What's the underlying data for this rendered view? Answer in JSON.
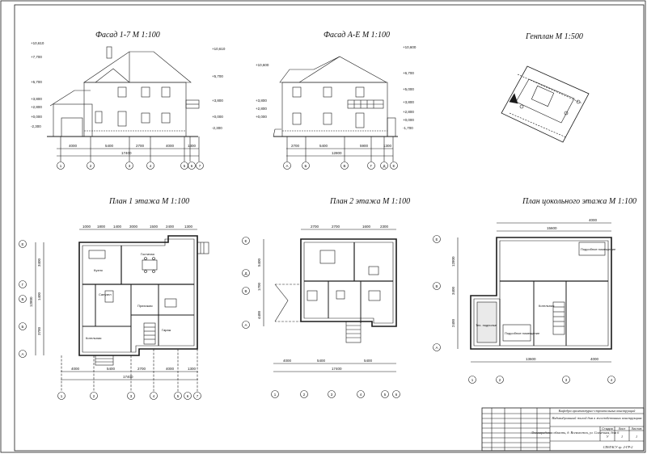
{
  "views": {
    "facade1": {
      "title": "Фасад 1-7 М 1:100"
    },
    "facade2": {
      "title": "Фасад А-Е М 1:100"
    },
    "genplan": {
      "title": "Генплан М 1:500"
    },
    "plan1": {
      "title": "План 1 этажа М 1:100"
    },
    "plan2": {
      "title": "План 2 этажа М 1:100"
    },
    "plan3": {
      "title": "План цокольного этажа М 1:100"
    }
  },
  "facade1": {
    "levels": [
      "+10,610",
      "+7,700",
      "+5,700",
      "+3,800",
      "+2,800",
      "+0,000",
      "-2,300"
    ],
    "dims": [
      "4000",
      "5400",
      "2700",
      "4000",
      "1300",
      "17400"
    ],
    "axes": [
      "1",
      "2",
      "3",
      "4",
      "5",
      "6",
      "7"
    ]
  },
  "facade2": {
    "levels": [
      "+10,600",
      "+6,700",
      "+5,000",
      "+3,800",
      "+2,800",
      "+0,000",
      "-1,700"
    ],
    "dims": [
      "2700",
      "5400",
      "5900",
      "1300",
      "12800"
    ],
    "axes": [
      "А",
      "Б",
      "В",
      "Г",
      "Д",
      "Е"
    ]
  },
  "plan1": {
    "dims_top": [
      "1000",
      "1800",
      "1400",
      "3000",
      "1500",
      "2400",
      "1300"
    ],
    "dims_bottom": [
      "4000",
      "5400",
      "2700",
      "4000",
      "1300",
      "17400"
    ],
    "dims_left": [
      "3400",
      "1400",
      "3700",
      "12800"
    ],
    "rooms": [
      "Кухня",
      "Гостиная",
      "Санузел",
      "Прихожая",
      "Гараж",
      "Котельная"
    ],
    "axes_v": [
      "1",
      "2",
      "3",
      "4",
      "5",
      "6",
      "7"
    ],
    "axes_h": [
      "Е",
      "Г",
      "В",
      "Б",
      "А"
    ]
  },
  "plan2": {
    "dims_top": [
      "2700",
      "2700",
      "1600",
      "2300"
    ],
    "dims_bottom": [
      "4000",
      "5400",
      "5400",
      "17400"
    ],
    "dims_left": [
      "5400",
      "1700",
      "4400"
    ],
    "axes_v": [
      "1",
      "2",
      "3",
      "4",
      "5",
      "6"
    ],
    "axes_h": [
      "Е",
      "Д",
      "В",
      "А"
    ]
  },
  "plan3": {
    "dims_top": [
      "4000",
      "15600"
    ],
    "dims_bottom": [
      "13600",
      "4000"
    ],
    "dims_left": [
      "12800",
      "3400",
      "2400"
    ],
    "rooms": [
      "Подсобное помещение",
      "Котельная",
      "Подсобное помещение",
      "Тех. подполье"
    ],
    "axes_v": [
      "1",
      "2",
      "3",
      "4"
    ],
    "axes_h": [
      "Е",
      "В",
      "А"
    ]
  },
  "title_block": {
    "department": "Кафедра архитектурно-строительных конструкций",
    "project": "Индивидуальный жилой дом в железобетонных конструкциях",
    "location": "Ленинградская область, д. Всеволожск, ул. Солнечная, дом 6",
    "code": "СПбГАСУ гр. 2-ГР-2",
    "stage": "У",
    "sheet": "1",
    "sheets": "1",
    "col_stage": "Стадия",
    "col_sheet": "Лист",
    "col_sheets": "Листов"
  },
  "colors": {
    "ink": "#1a1a1a",
    "paper": "#ffffff",
    "hatch": "#555555"
  }
}
